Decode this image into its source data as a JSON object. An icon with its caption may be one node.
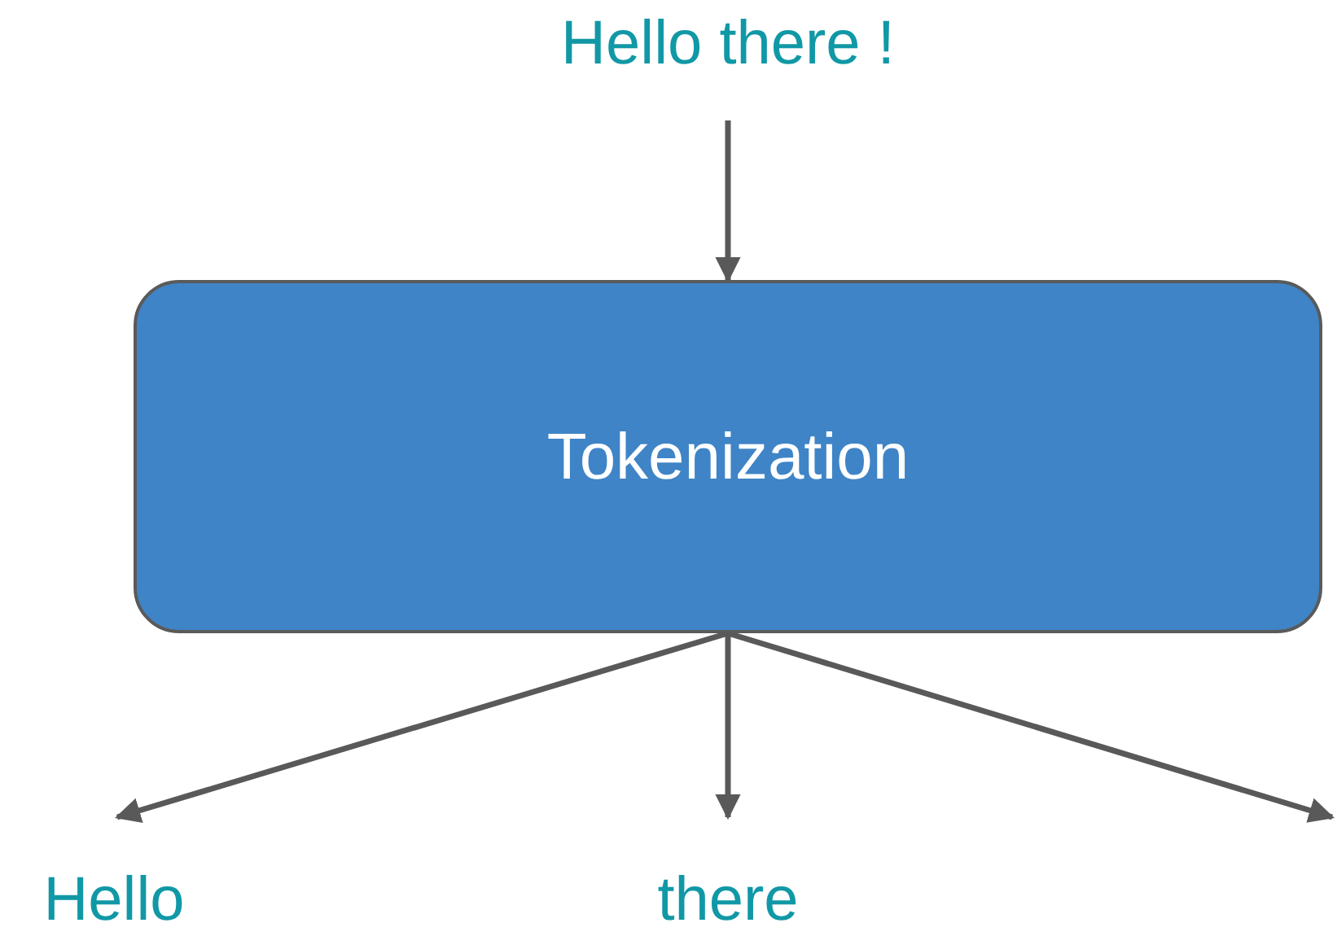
{
  "diagram": {
    "nodes": [
      {
        "text": [
          "Hello there !"
        ]
      },
      {
        "text": [
          "Tokenization"
        ]
      },
      {
        "text": [
          "Hello"
        ]
      },
      {
        "text": [
          "there"
        ]
      }
    ],
    "edges": [
      {
        "from": 0,
        "to": 1,
        "arrow": "to"
      },
      {
        "from": 1,
        "to": 2,
        "arrow": "to"
      },
      {
        "from": 1,
        "to": 3,
        "arrow": "to"
      },
      {
        "from": 1,
        "to": null,
        "arrow": "to"
      }
    ]
  }
}
